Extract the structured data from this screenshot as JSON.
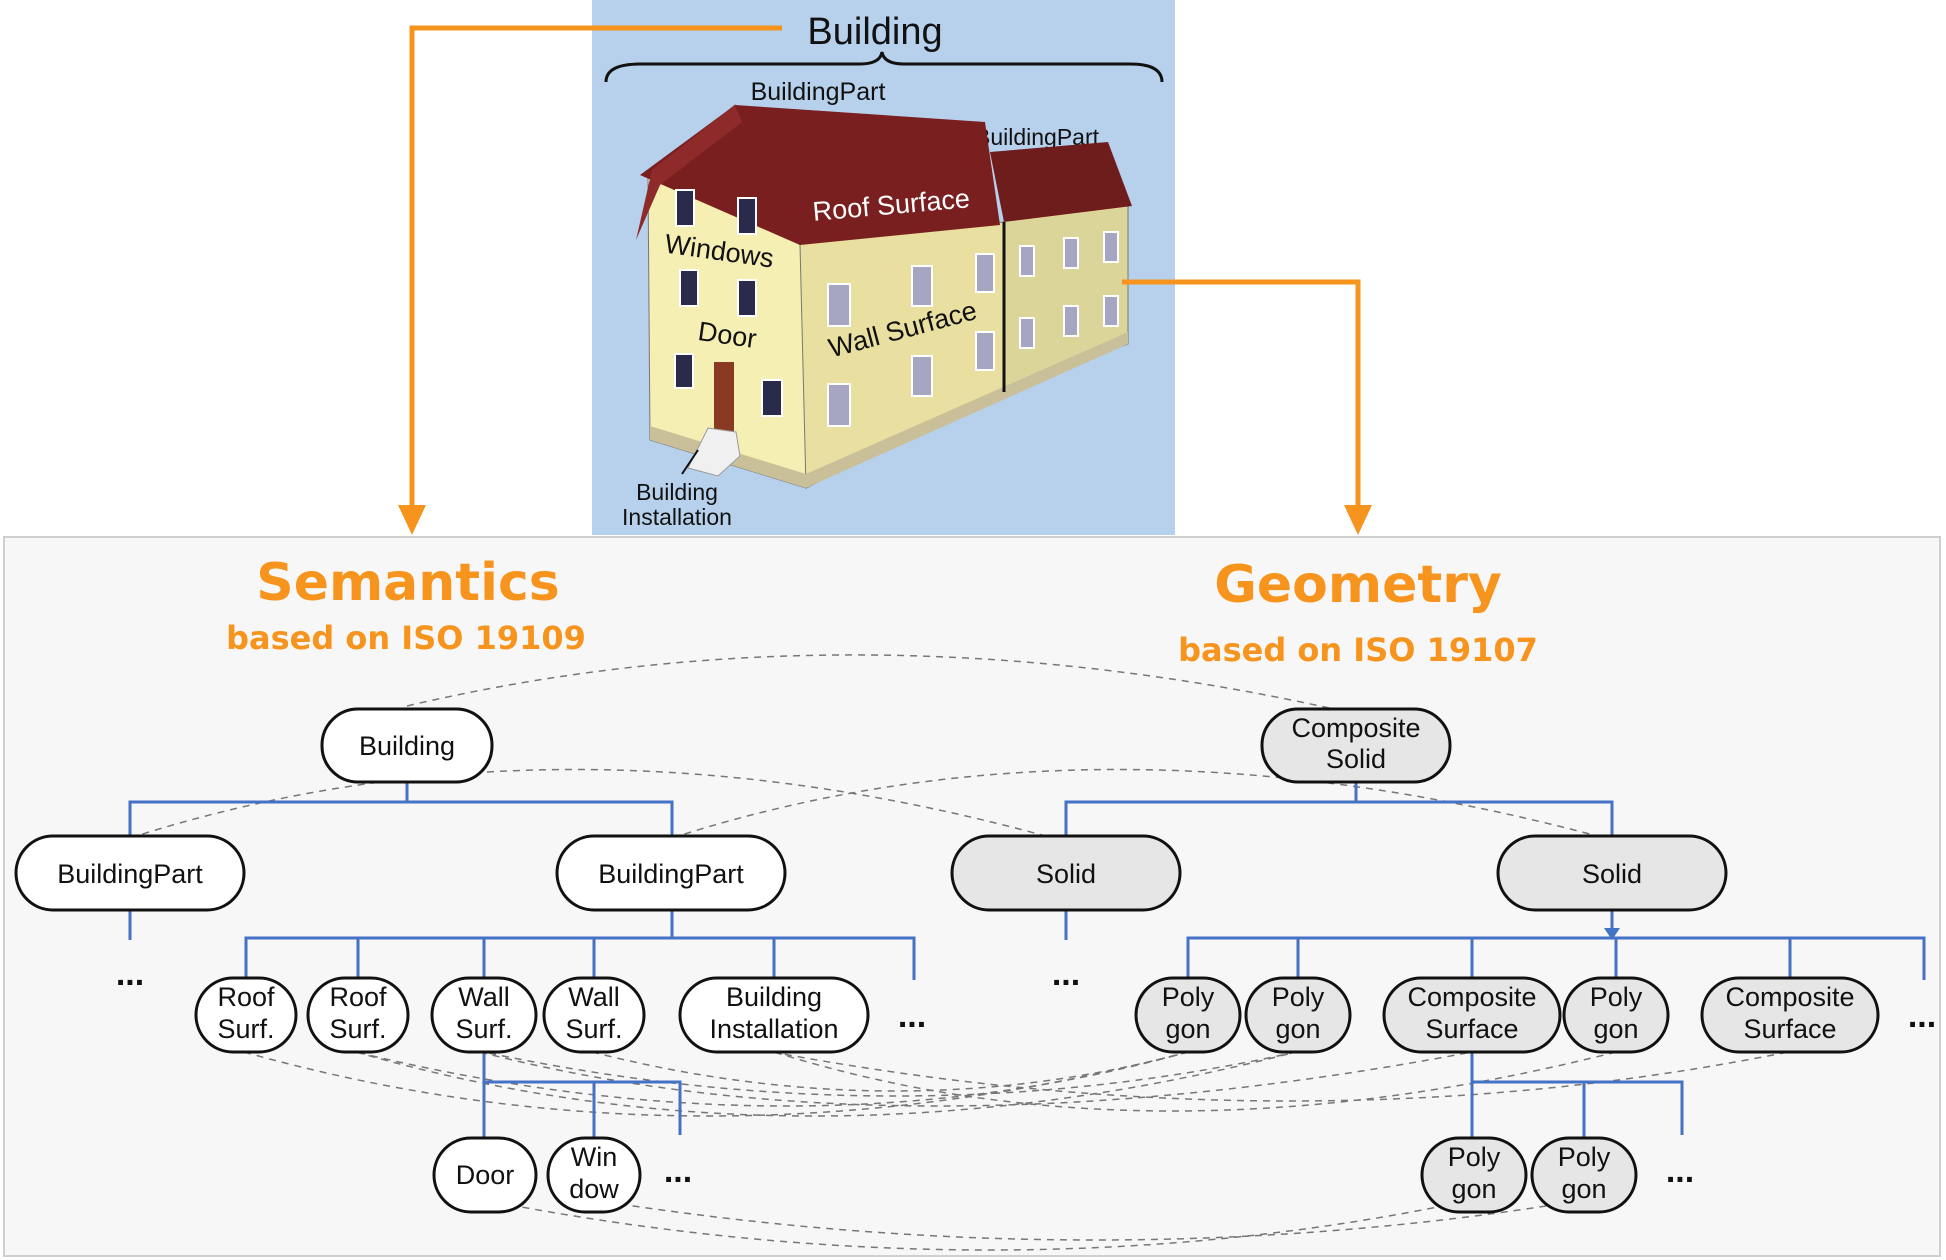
{
  "illustration": {
    "title": "Building",
    "labels": {
      "building_part_left": "BuildingPart",
      "building_part_right": "BuildingPart",
      "roof_surface": "Roof Surface",
      "windows": "Windows",
      "door": "Door",
      "wall_surface": "Wall Surface",
      "installation_line1": "Building",
      "installation_line2": "Installation"
    }
  },
  "semantics": {
    "title": "Semantics",
    "subtitle": "based on ISO 19109",
    "nodes": {
      "building": "Building",
      "part1": "BuildingPart",
      "part2": "BuildingPart",
      "roof1": [
        "Roof",
        "Surf."
      ],
      "roof2": [
        "Roof",
        "Surf."
      ],
      "wall1": [
        "Wall",
        "Surf."
      ],
      "wall2": [
        "Wall",
        "Surf."
      ],
      "installation": [
        "Building",
        "Installation"
      ],
      "door": "Door",
      "window": [
        "Win",
        "dow"
      ]
    }
  },
  "geometry": {
    "title": "Geometry",
    "subtitle": "based on ISO 19107",
    "nodes": {
      "composite_solid": [
        "Composite",
        "Solid"
      ],
      "solid1": "Solid",
      "solid2": "Solid",
      "polygon1": [
        "Poly",
        "gon"
      ],
      "polygon2": [
        "Poly",
        "gon"
      ],
      "composite_surface1": [
        "Composite",
        "Surface"
      ],
      "polygon3": [
        "Poly",
        "gon"
      ],
      "composite_surface2": [
        "Composite",
        "Surface"
      ],
      "polygon4": [
        "Poly",
        "gon"
      ],
      "polygon5": [
        "Poly",
        "gon"
      ]
    }
  },
  "ellipsis": "...",
  "colors": {
    "orange": "#F7941D",
    "tree_blue": "#4472C4",
    "semantic_fill": "#ffffff",
    "geometry_fill": "#e6e6e6",
    "panel_bg": "#f7f7f7",
    "sky": "#b7d0ec",
    "roof": "#7a1f1f",
    "wall": "#f3eaa9"
  }
}
